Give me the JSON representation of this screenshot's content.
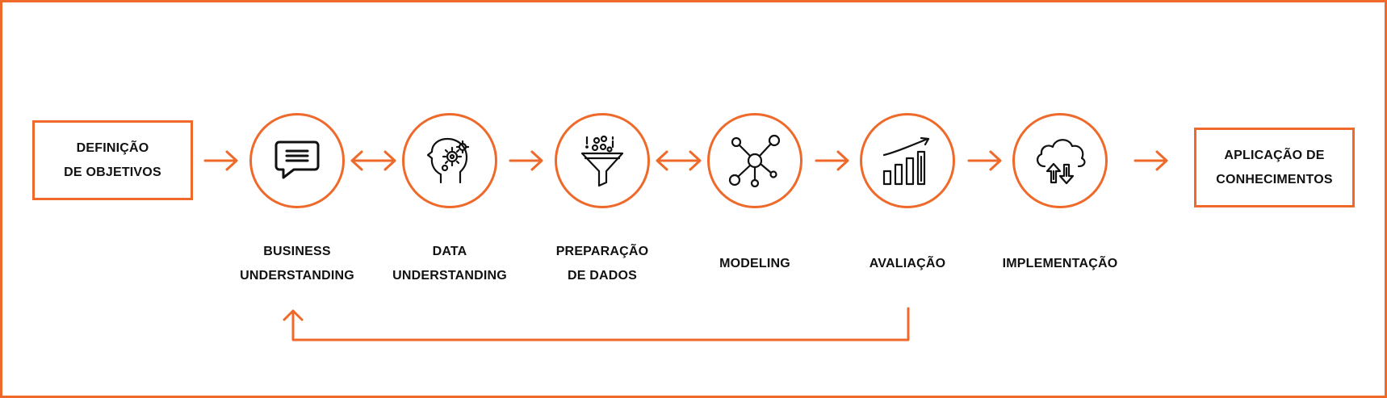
{
  "diagram": {
    "accent_color": "#ef6a2a",
    "start_box": {
      "label": "DEFINIÇÃO\nDE OBJETIVOS"
    },
    "end_box": {
      "label": "APLICAÇÃO DE\nCONHECIMENTOS"
    },
    "steps": [
      {
        "label": "BUSINESS\nUNDERSTANDING",
        "icon": "chat-bubble-icon"
      },
      {
        "label": "DATA\nUNDERSTANDING",
        "icon": "head-gears-icon"
      },
      {
        "label": "PREPARAÇÃO\nDE DADOS",
        "icon": "funnel-icon"
      },
      {
        "label": "MODELING",
        "icon": "network-nodes-icon"
      },
      {
        "label": "AVALIAÇÃO",
        "icon": "bar-chart-growth-icon"
      },
      {
        "label": "IMPLEMENTAÇÃO",
        "icon": "cloud-transfer-icon"
      }
    ],
    "connectors": [
      {
        "from": "start",
        "to": "business-understanding",
        "type": "one-way"
      },
      {
        "from": "business-understanding",
        "to": "data-understanding",
        "type": "two-way"
      },
      {
        "from": "data-understanding",
        "to": "preparacao-de-dados",
        "type": "one-way"
      },
      {
        "from": "preparacao-de-dados",
        "to": "modeling",
        "type": "two-way"
      },
      {
        "from": "modeling",
        "to": "avaliacao",
        "type": "one-way"
      },
      {
        "from": "avaliacao",
        "to": "implementacao",
        "type": "one-way"
      },
      {
        "from": "implementacao",
        "to": "end",
        "type": "one-way"
      },
      {
        "from": "avaliacao",
        "to": "business-understanding",
        "type": "feedback-loop"
      }
    ]
  }
}
